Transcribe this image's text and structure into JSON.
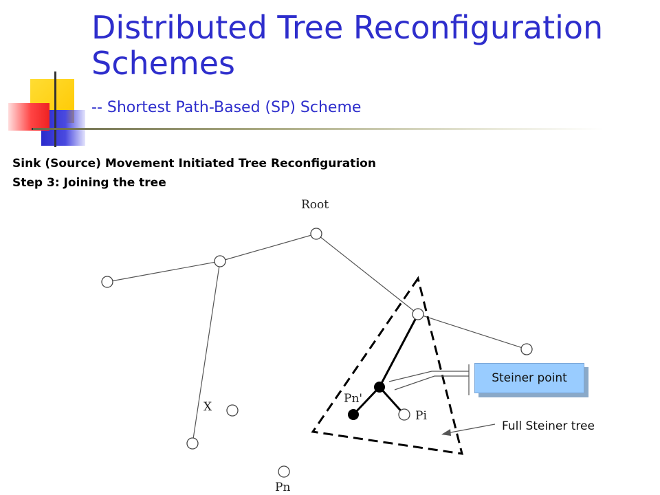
{
  "slide": {
    "title": "Distributed Tree Reconfiguration Schemes",
    "subtitle": "--  Shortest Path-Based (SP) Scheme",
    "heading_line1": "Sink (Source) Movement Initiated Tree Reconfiguration",
    "heading_line2": "Step 3: Joining the tree"
  },
  "diagram": {
    "labels": {
      "root": "Root",
      "x": "X",
      "pn_prime": "Pn'",
      "pi": "Pi",
      "pn": "Pn"
    },
    "callouts": {
      "steiner_point": "Steiner point",
      "full_steiner_tree": "Full Steiner tree"
    }
  },
  "colors": {
    "title": "#2e2ecc",
    "callout_fill": "#99ccff",
    "deco_yellow": "#ffcc00",
    "deco_blue": "#3333cc",
    "deco_red": "#ff3333"
  }
}
